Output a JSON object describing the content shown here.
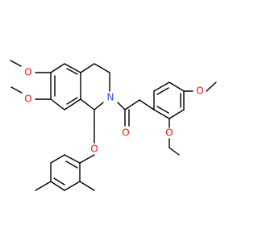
{
  "colors": {
    "background": "#ffffff",
    "bond": "#000000",
    "oxygen": "#ff0d0d",
    "nitrogen": "#3050f8"
  },
  "atom_labels": {
    "o_meo_ring_upper": "O",
    "o_meo_ring_lower": "O",
    "o_aryl_ether": "O",
    "n_ring": "N",
    "o_carbonyl": "O",
    "o_meo_aryl_upper": "O",
    "o_meo_aryl_lower": "O"
  }
}
